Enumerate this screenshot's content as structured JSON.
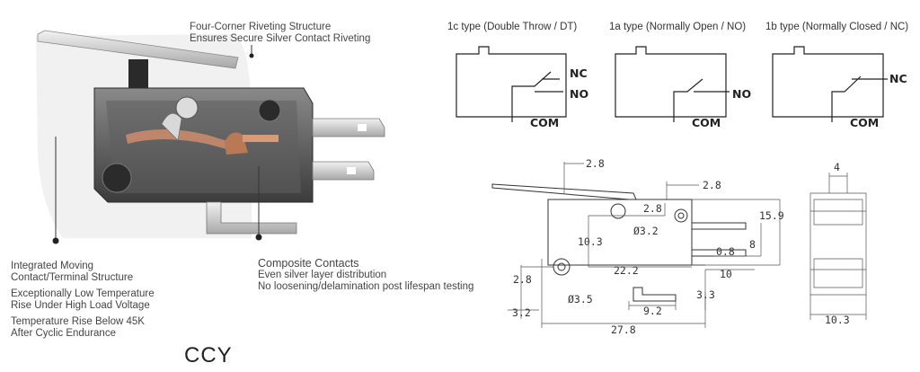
{
  "photo": {
    "callout_top": [
      "Four-Corner Riveting Structure",
      "Ensures Secure Silver Contact Riveting"
    ],
    "callout_left": [
      "Integrated Moving",
      "Contact/Terminal Structure",
      "Exceptionally Low Temperature",
      "Rise Under High Load Voltage",
      "Temperature Rise Below 45K",
      "After Cyclic Endurance"
    ],
    "callout_right": [
      "Composite Contacts",
      "Even silver layer distribution",
      "No loosening/delamination post lifespan testing"
    ],
    "brand": "CCY"
  },
  "schematics": [
    {
      "title": "1c type (Double Throw / DT)",
      "labels": [
        "NC",
        "NO",
        "COM"
      ]
    },
    {
      "title": "1a type (Normally Open / NO)",
      "labels": [
        "NO",
        "COM"
      ]
    },
    {
      "title": "1b type (Normally Closed / NC)",
      "labels": [
        "NC",
        "COM"
      ]
    }
  ],
  "dimensions": {
    "front": [
      "2.8",
      "2.8",
      "2.8",
      "15.9",
      "Ø3.2",
      "10.3",
      "0.8",
      "8",
      "22.2",
      "10",
      "2.8",
      "Ø3.5",
      "3.3",
      "3.2",
      "9.2",
      "27.8"
    ],
    "side": [
      "4",
      "10.3"
    ]
  }
}
